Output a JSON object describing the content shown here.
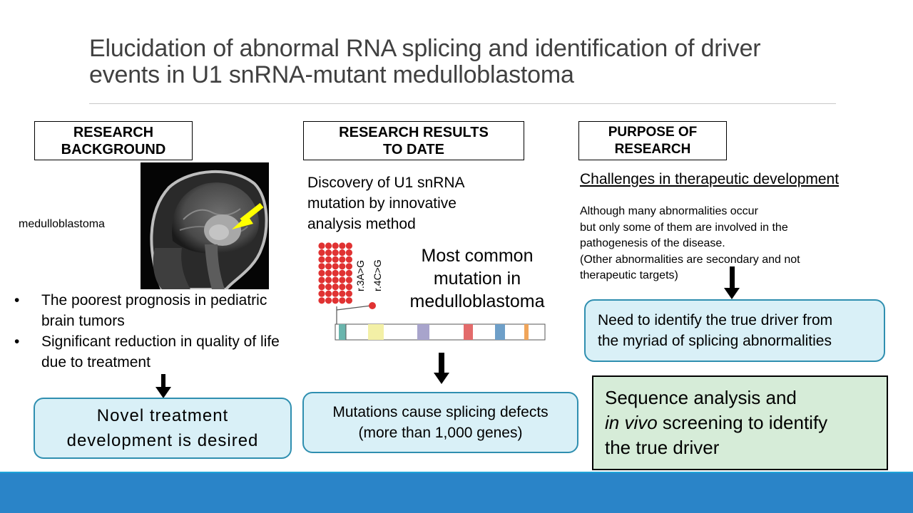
{
  "title": {
    "line1": "Elucidation of abnormal RNA splicing and identification of driver",
    "line2": "events in U1 snRNA-mutant medulloblastoma"
  },
  "left": {
    "header_line1": "RESEARCH",
    "header_line2": "BACKGROUND",
    "image_label": "medulloblastoma",
    "bullets": [
      {
        "line1": "The poorest prognosis in pediatric",
        "line2": "brain tumors"
      },
      {
        "line1": "Significant reduction in quality of life",
        "line2": "due to treatment"
      }
    ],
    "bullet_symbol": "•",
    "box_line1": "Novel treatment",
    "box_line2": "development is desired"
  },
  "middle": {
    "header_line1": "RESEARCH RESULTS",
    "header_line2": "TO DATE",
    "discovery_line1": "Discovery of U1 snRNA",
    "discovery_line2": "mutation by innovative",
    "discovery_line3": "analysis method",
    "mutation_a": "r.3A>G",
    "mutation_b": "r.4C>G",
    "common_line1": "Most common",
    "common_line2": "mutation in",
    "common_line3": "medulloblastoma",
    "box_line1": "Mutations cause splicing defects",
    "box_line2": "(more than 1,000 genes)"
  },
  "right": {
    "header_line1": "PURPOSE OF",
    "header_line2": "RESEARCH",
    "challenge_title": "Challenges in therapeutic development",
    "challenge_line1": "Although many abnormalities occur",
    "challenge_line2": "but only some of them are involved in the",
    "challenge_line3": "pathogenesis of the disease.",
    "challenge_line4": "(Other abnormalities are secondary and not",
    "challenge_line5": "therapeutic targets)",
    "need_line1": "Need to identify the true driver from",
    "need_line2": "the myriad of splicing abnormalities",
    "green_line1": "Sequence analysis and",
    "green_italic": "in vivo",
    "green_line2_rest": " screening to identify",
    "green_line3": "the true driver"
  },
  "colors": {
    "title_text": "#404040",
    "blue_box_fill": "#d9f0f7",
    "blue_box_border": "#2f8fb0",
    "green_box_fill": "#d6ecd8",
    "lollipop_red": "#e03232",
    "footer_blue": "#2a84c8",
    "arrow_yellow": "#ffff00"
  }
}
